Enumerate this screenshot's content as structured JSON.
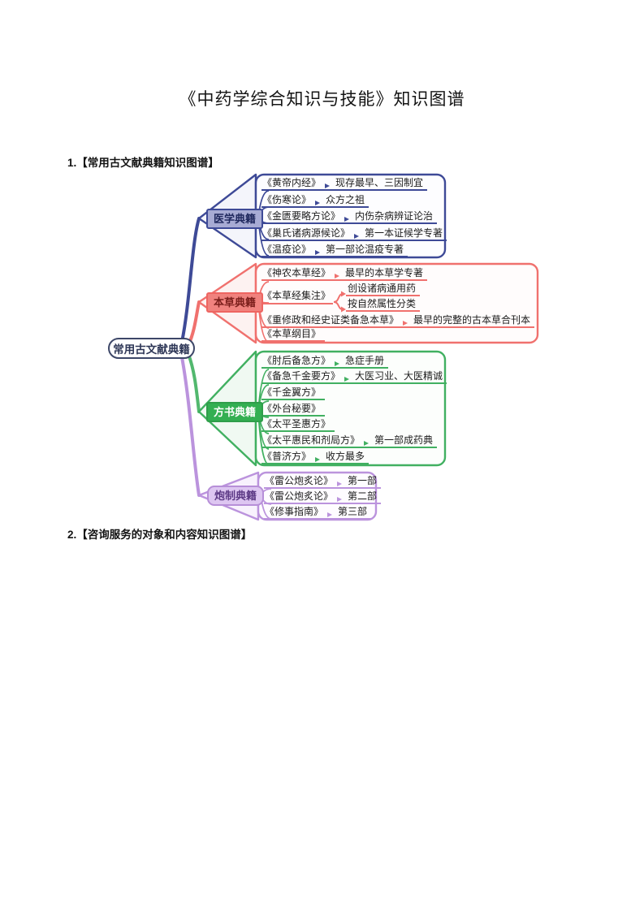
{
  "page_title": "《中药学综合知识与技能》知识图谱",
  "sections": [
    {
      "heading": "1.【常用古文献典籍知识图谱】"
    },
    {
      "heading": "2.【咨询服务的对象和内容知识图谱】"
    }
  ],
  "mindmap": {
    "root": "常用古文献典籍",
    "branches": [
      {
        "label": "医学典籍",
        "color": "#3e4a97",
        "items": [
          {
            "title": "《黄帝内经》",
            "desc": "现存最早、三因制宜"
          },
          {
            "title": "《伤寒论》",
            "desc": "众方之祖"
          },
          {
            "title": "《金匮要略方论》",
            "desc": "内伤杂病辨证论治"
          },
          {
            "title": "《巢氏诸病源候论》",
            "desc": "第一本证候学专著"
          },
          {
            "title": "《温疫论》",
            "desc": "第一部论温疫专著"
          }
        ]
      },
      {
        "label": "本草典籍",
        "color": "#f0716e",
        "items": [
          {
            "title": "《神农本草经》",
            "desc": "最早的本草学专著"
          },
          {
            "title": "《本草经集注》",
            "descs": [
              "创设诸病通用药",
              "按自然属性分类"
            ]
          },
          {
            "title": "《重修政和经史证类备急本草》",
            "desc": "最早的完整的古本草合刊本"
          },
          {
            "title": "《本草纲目》"
          }
        ]
      },
      {
        "label": "方书典籍",
        "color": "#41b061",
        "items": [
          {
            "title": "《肘后备急方》",
            "desc": "急症手册"
          },
          {
            "title": "《备急千金要方》",
            "desc": "大医习业、大医精诚"
          },
          {
            "title": "《千金翼方》"
          },
          {
            "title": "《外台秘要》"
          },
          {
            "title": "《太平圣惠方》"
          },
          {
            "title": "《太平惠民和剂局方》",
            "desc": "第一部成药典"
          },
          {
            "title": "《普济方》",
            "desc": "收方最多"
          }
        ]
      },
      {
        "label": "炮制典籍",
        "color": "#bb93dd",
        "items": [
          {
            "title": "《雷公炮炙论》",
            "desc": "第一部"
          },
          {
            "title": "《雷公炮炙论》",
            "desc": "第二部"
          },
          {
            "title": "《修事指南》",
            "desc": "第三部"
          }
        ]
      }
    ]
  }
}
